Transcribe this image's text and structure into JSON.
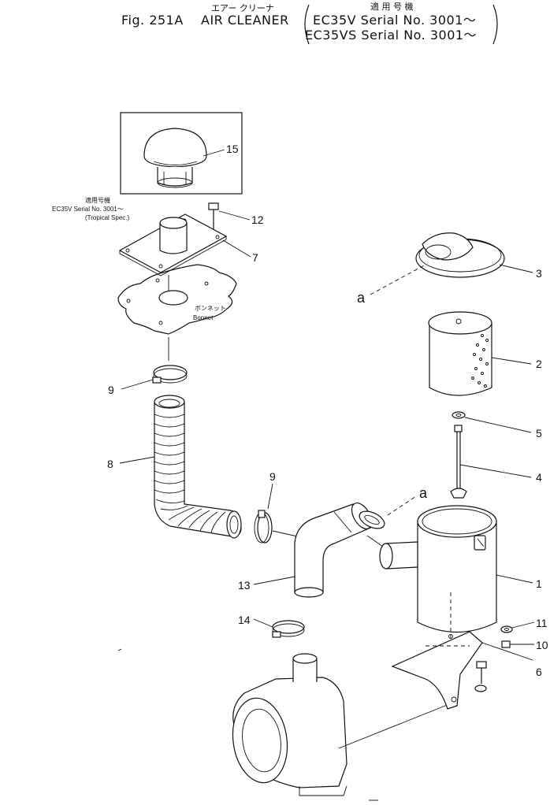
{
  "header": {
    "title_jp": "エアー クリーナ",
    "fig_number": "Fig. 251A",
    "title": "AIR CLEANER",
    "applicable_jp": "適 用 号 機",
    "applicability_1": "EC35V  Serial No. 3001～",
    "applicability_2": "EC35VS Serial No. 3001～"
  },
  "notes": {
    "tropical_jp": "適用号機",
    "tropical_line1": "EC35V Serial No. 3001～",
    "tropical_line2": "(Tropical Spec.)",
    "bonnet_jp": "ボンネット",
    "bonnet": "Bonnet"
  },
  "callouts": {
    "p1": "1",
    "p2": "2",
    "p3": "3",
    "p4": "4",
    "p5": "5",
    "p6": "6",
    "p7": "7",
    "p8": "8",
    "p9a": "9",
    "p9b": "9",
    "p10": "10",
    "p11": "11",
    "p12": "12",
    "p13": "13",
    "p14": "14",
    "p15": "15",
    "a_left": "a",
    "a_right": "a"
  }
}
